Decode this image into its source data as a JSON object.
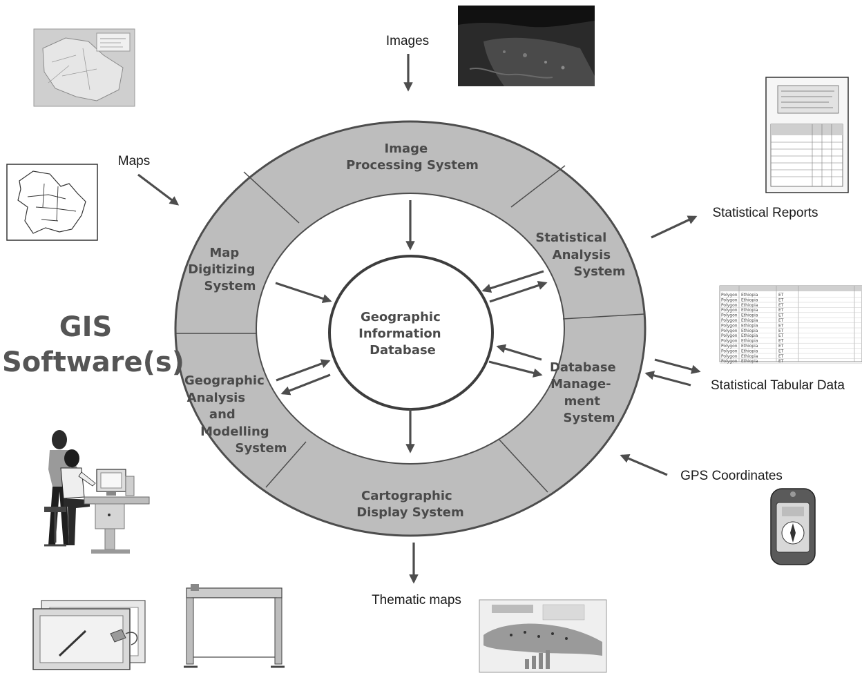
{
  "title": {
    "line1": "GIS",
    "line2": "Software(s)"
  },
  "core": {
    "line1": "Geographic",
    "line2": "Information",
    "line3": "Database"
  },
  "segments": {
    "image_processing": [
      "Image",
      "Processing System"
    ],
    "statistical_analysis": [
      "Statistical",
      "Analysis",
      "System"
    ],
    "database_management": [
      "Database",
      "Manage-",
      "ment",
      "System"
    ],
    "cartographic_display": [
      "Cartographic",
      "Display System"
    ],
    "geographic_analysis": [
      "Geographic",
      "Analysis",
      "and",
      "Modelling",
      "System"
    ],
    "map_digitizing": [
      "Map",
      "Digitizing",
      "System"
    ]
  },
  "io": {
    "images": "Images",
    "maps": "Maps",
    "statistical_reports": "Statistical Reports",
    "statistical_tabular_data": "Statistical Tabular Data",
    "gps_coordinates": "GPS Coordinates",
    "thematic_maps": "Thematic maps"
  },
  "table_rows": [
    [
      "Polygon",
      "Ethiopia",
      "ET"
    ],
    [
      "Polygon",
      "Ethiopia",
      "ET"
    ],
    [
      "Polygon",
      "Ethiopia",
      "ET"
    ],
    [
      "Polygon",
      "Ethiopia",
      "ET"
    ],
    [
      "Polygon",
      "Ethiopia",
      "ET"
    ],
    [
      "Polygon",
      "Ethiopia",
      "ET"
    ],
    [
      "Polygon",
      "Ethiopia",
      "ET"
    ],
    [
      "Polygon",
      "Ethiopia",
      "ET"
    ],
    [
      "Polygon",
      "Ethiopia",
      "ET"
    ],
    [
      "Polygon",
      "Ethiopia",
      "ET"
    ],
    [
      "Polygon",
      "Ethiopia",
      "ET"
    ],
    [
      "Polygon",
      "Ethiopia",
      "ET"
    ],
    [
      "Polygon",
      "Ethiopia",
      "ET"
    ],
    [
      "Polygon",
      "Ethiopia",
      "ET"
    ]
  ],
  "colors": {
    "ring": "#bdbdbd",
    "ring_border": "#4d4d4d",
    "arrow": "#4d4d4d",
    "label": "#4a4a4a"
  }
}
